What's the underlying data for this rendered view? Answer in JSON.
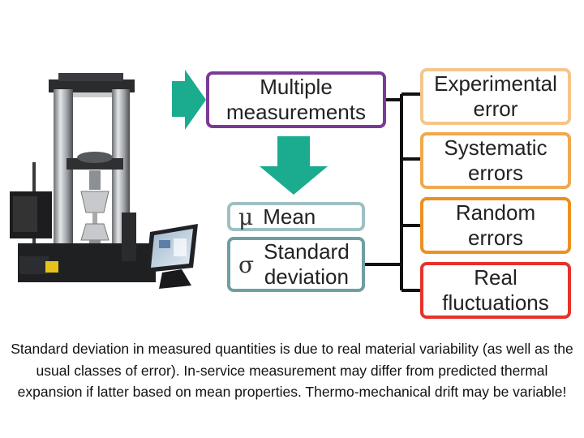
{
  "diagram": {
    "multiple": "Multiple\nmeasurements",
    "mean_symbol": "μ",
    "mean_label": "Mean",
    "std_symbol": "σ",
    "std_label": "Standard\ndeviation",
    "experimental": "Experimental\nerror",
    "systematic": "Systematic\nerrors",
    "random": "Random\nerrors",
    "real": "Real\nfluctuations"
  },
  "colors": {
    "arrow": "#1bab8e",
    "connector": "#111111",
    "multiple_border": "#7b3a96",
    "mean_border": "#9fc0c3",
    "std_border": "#6f9ea3",
    "experimental_border": "#f5c58a",
    "systematic_border": "#f0a94f",
    "random_border": "#ec9020",
    "real_border": "#e63329"
  },
  "caption": "Standard deviation in measured quantities is due to real material variability (as well as the usual classes of error). In-service measurement may differ from predicted thermal expansion if latter based on mean properties. Thermo-mechanical drift may be variable!"
}
